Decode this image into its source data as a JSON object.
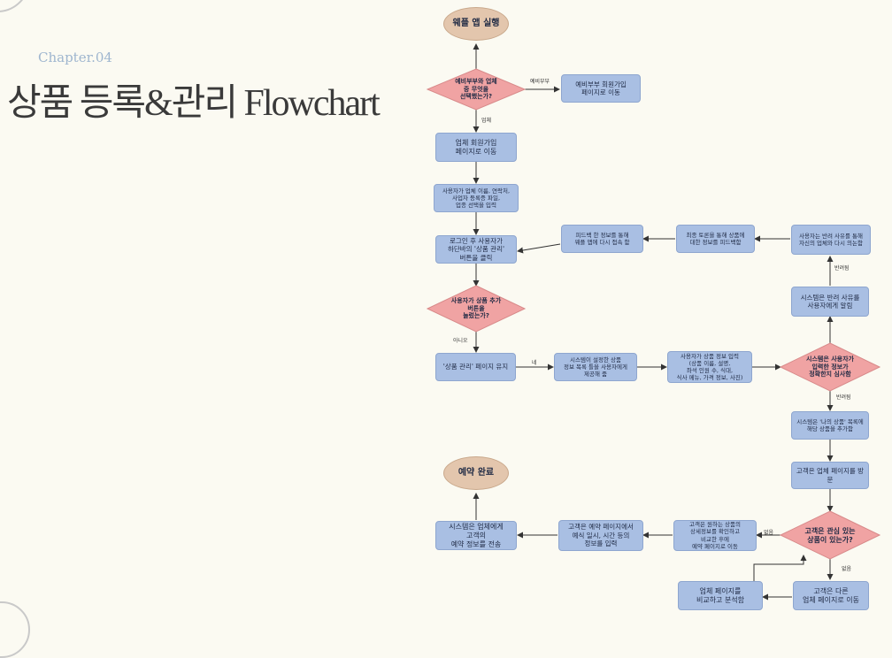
{
  "chapter": "Chapter.04",
  "title": "상품 등록&관리 Flowchart",
  "nodes": {
    "start": "웨플 앱 실행",
    "d1": "예비부부와 업체\n중 무엇을\n선택했는가?",
    "n_couple_signup": "예비부부 회원가입\n페이지로 이동",
    "n_vendor_signup": "업체 회원가입\n페이지로 이동",
    "n_input_info": "사용자가 업체 이름, 연락처,\n사업자 등록증 파일,\n업종 선택을 입력",
    "n_login": "로그인 후 사용자가\n하단바의 '상품 관리'\n버튼을 클릭",
    "d2": "사용자가 상품 추가\n버튼을\n눌렀는가?",
    "n_keep": "'상품 관리' 페이지 유지",
    "n_system_form": "시스템이 설정한 상품\n정보 목록 틀을 사용자에게\n제공해 줌",
    "n_user_input": "사용자가 상품 정보 입력\n(상품 이름, 설명,\n좌석 인원 수, 식대,\n식사 메뉴, 가격 정보, 사진)",
    "d3": "시스템은 사용자가\n입력한 정보가\n정확한지 심사함",
    "n_reject_notify": "시스템은 반려 사유를\n사용자에게 알림",
    "n_reject_revise": "사용자는 반려 사유를 통해\n자신의 업체와 다시 의논함",
    "n_final_feedback": "최종 토론을 통해 상품에\n대한 정보를 피드백함",
    "n_feedback_reconnect": "피드백 한 정보를 통해\n웨플 앱에 다시 접속 함",
    "n_add_list": "시스템은 '나의 상품' 목록에\n해당 상품을 추가함",
    "n_visit": "고객은 업체 페이지를 방문",
    "d4": "고객은 관심 있는\n상품이 있는가?",
    "n_detail": "고객은 원하는 상품의\n상세정보를 확인하고\n비교한 후에\n예약 페이지로 이동",
    "n_reserve": "고객은 예약 페이지에서\n예식 일시, 시간 등의\n정보를 입력",
    "n_send": "시스템은 업체에게\n고객의\n예약 정보를 전송",
    "end": "예약 완료",
    "n_other": "고객은 다른\n업체 페이지로 이동",
    "n_compare": "업체 페이지를\n비교하고 분석함"
  },
  "edge_labels": {
    "couple": "예비부부",
    "vendor": "업체",
    "no": "아니오",
    "yes": "네",
    "rejected": "반려됨",
    "approved": "반려됨",
    "has": "없음",
    "none": "없음"
  },
  "colors": {
    "rect": "#a9bfe3",
    "oval": "#e3c6ad",
    "diamond": "#f0a3a3"
  }
}
